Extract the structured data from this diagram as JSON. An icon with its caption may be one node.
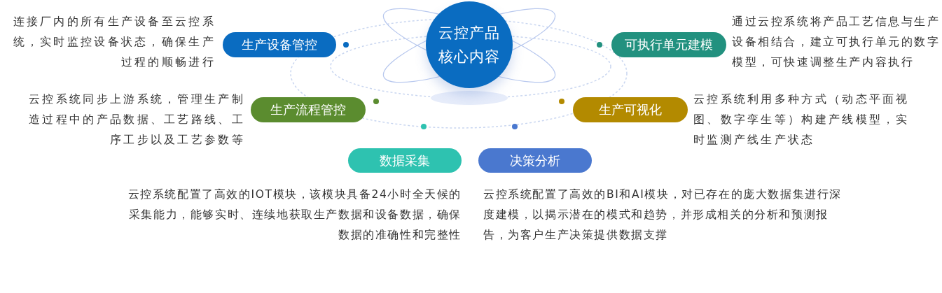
{
  "diagram": {
    "nodes": [
      {
        "text": [
          "云控产品核心内容"
        ]
      },
      {
        "text": [
          "生产设备管控"
        ],
        "beside": [
          "连接厂内的所有生产设备至云控系统，实时监控设备状态，确保生产过程的顺畅进行"
        ]
      },
      {
        "text": [
          "可执行单元建模"
        ],
        "beside": [
          "通过云控系统将产品工艺信息与生产设备相结合，建立可执行单元的数字模型，可快速调整生产内容执行"
        ]
      },
      {
        "text": [
          "生产流程管控"
        ],
        "beside": [
          "云控系统同步上游系统，管理生产制造过程中的产品数据、工艺路线、工序工步以及工艺参数等"
        ]
      },
      {
        "text": [
          "生产可视化"
        ],
        "beside": [
          "云控系统利用多种方式（动态平面视图、数字孪生等）构建产线模型，实时监测产线生产状态"
        ]
      },
      {
        "text": [
          "数据采集"
        ],
        "beside": [
          "云控系统配置了高效的IOT模块，该模块具备24小时全天候的采集能力，能够实时、连续地获取生产数据和设备数据，确保数据的准确性和完整性"
        ]
      },
      {
        "text": [
          "决策分析"
        ],
        "beside": [
          "云控系统配置了高效的BI和AI模块，对已存在的庞大数据集进行深度建模，以揭示潜在的模式和趋势，并形成相关的分析和预测报告，为客户生产决策提供数据支撑"
        ]
      }
    ]
  }
}
